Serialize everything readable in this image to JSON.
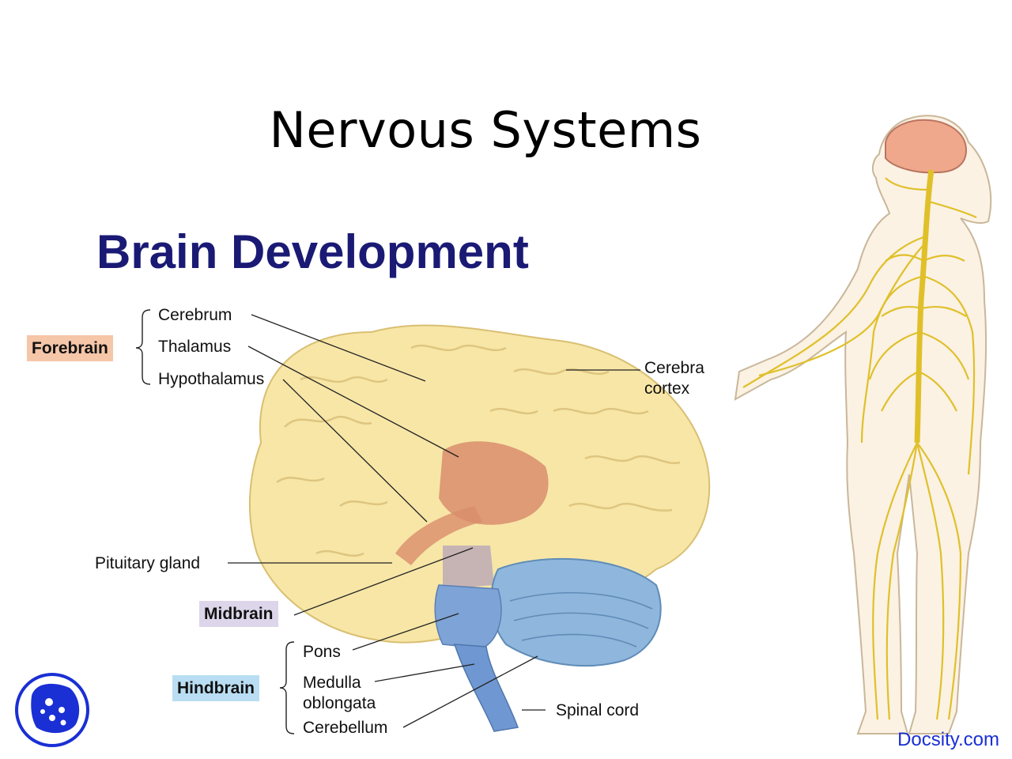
{
  "slide": {
    "title": "Nervous Systems",
    "subtitle": "Brain Development"
  },
  "regions": {
    "forebrain": "Forebrain",
    "midbrain": "Midbrain",
    "hindbrain": "Hindbrain"
  },
  "labels": {
    "cerebrum": "Cerebrum",
    "thalamus": "Thalamus",
    "hypothalamus": "Hypothalamus",
    "pituitary": "Pituitary gland",
    "cortex_line1": "Cerebra",
    "cortex_line2": "cortex",
    "pons": "Pons",
    "medulla_line1": "Medulla",
    "medulla_line2": "oblongata",
    "cerebellum": "Cerebellum",
    "spinal_cord": "Spinal cord"
  },
  "colors": {
    "title_blue": "#1a1a75",
    "forebrain_box": "#f6c6a8",
    "midbrain_box": "#ddd6ea",
    "hindbrain_box": "#b9def3",
    "brain_yellow": "#f7e6a6",
    "nerve_yellow": "#e0c02a",
    "logo_blue": "#1a2fd4"
  },
  "footer": {
    "brand": "Docsity.com"
  }
}
